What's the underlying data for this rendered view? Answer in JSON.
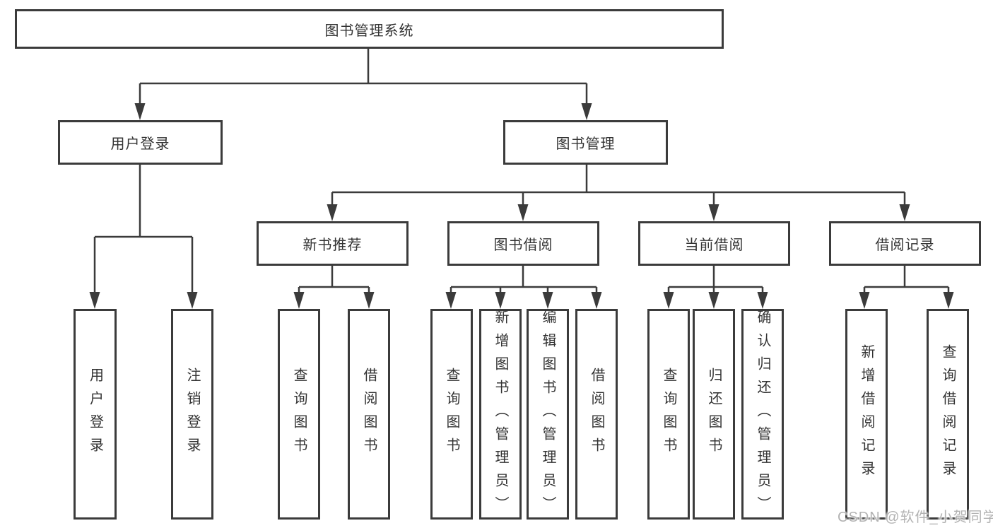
{
  "colors": {
    "line": "#3b3b3b",
    "text": "#333333",
    "watermark": "#b3b3b3",
    "background": "#ffffff"
  },
  "tree": {
    "label": "图书管理系统",
    "children": [
      {
        "label": "用户登录",
        "children": [
          {
            "label": "用户登录"
          },
          {
            "label": "注销登录"
          }
        ]
      },
      {
        "label": "图书管理",
        "children": [
          {
            "label": "新书推荐",
            "children": [
              {
                "label": "查询图书"
              },
              {
                "label": "借阅图书"
              }
            ]
          },
          {
            "label": "图书借阅",
            "children": [
              {
                "label": "查询图书"
              },
              {
                "label": "新增图书（管理员）"
              },
              {
                "label": "编辑图书（管理员）"
              },
              {
                "label": "借阅图书"
              }
            ]
          },
          {
            "label": "当前借阅",
            "children": [
              {
                "label": "查询图书"
              },
              {
                "label": "归还图书"
              },
              {
                "label": "确认归还（管理员）"
              }
            ]
          },
          {
            "label": "借阅记录",
            "children": [
              {
                "label": "新增借阅记录"
              },
              {
                "label": "查询借阅记录"
              }
            ]
          }
        ]
      }
    ]
  },
  "watermark": {
    "text": "CSDN @软件_小贺同学"
  }
}
